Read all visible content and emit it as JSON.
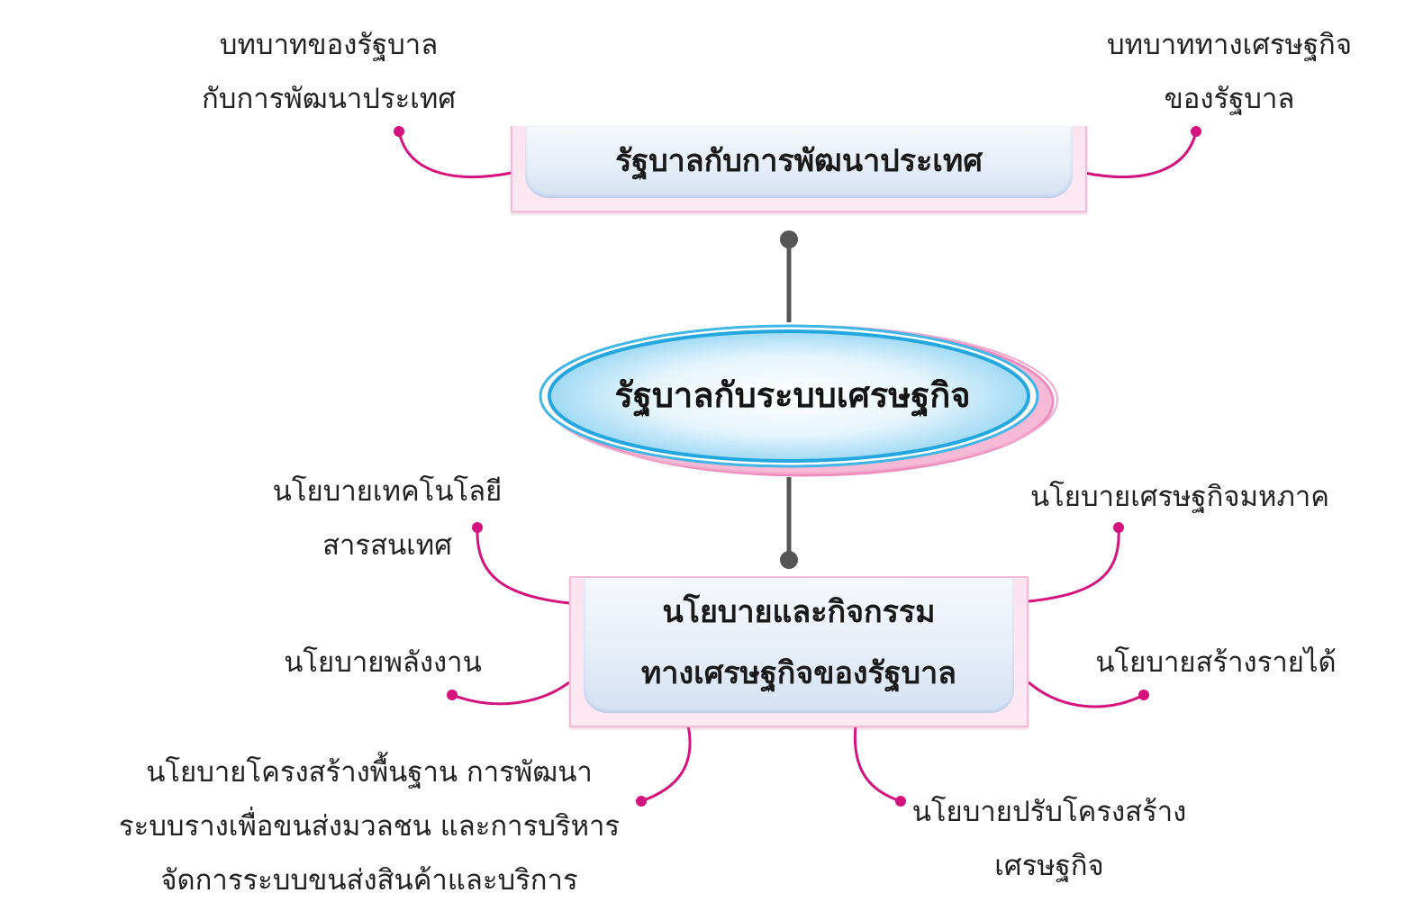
{
  "center": {
    "title": "รัฐบาลกับระบบเศรษฐกิจ"
  },
  "top_box": {
    "title": "รัฐบาลกับการพัฒนาประเทศ"
  },
  "bottom_box": {
    "title_line1": "นโยบายและกิจกรรม",
    "title_line2": "ทางเศรษฐกิจของรัฐบาล"
  },
  "top_branches": {
    "left": [
      "บทบาทของรัฐบาล",
      "กับการพัฒนาประเทศ"
    ],
    "right": [
      "บทบาททางเศรษฐกิจ",
      "ของรัฐบาล"
    ]
  },
  "bottom_branches": {
    "tech": [
      "นโยบายเทคโนโลยี",
      "สารสนเทศ"
    ],
    "energy": [
      "นโยบายพลังงาน"
    ],
    "infra": [
      "นโยบายโครงสร้างพื้นฐาน การพัฒนา",
      "ระบบรางเพื่อขนส่งมวลชน และการบริหาร",
      "จัดการระบบขนส่งสินค้าและบริการ"
    ],
    "macro": [
      "นโยบายเศรษฐกิจมหภาค"
    ],
    "income": [
      "นโยบายสร้างรายได้"
    ],
    "restructure": [
      "นโยบายปรับโครงสร้าง",
      "เศรษฐกิจ"
    ]
  },
  "colors": {
    "connector": "#d4137f",
    "stem": "#555555",
    "oval_blue": "#29a9df",
    "oval_pink": "#f08fbf",
    "box_border": "#f2bcd7"
  }
}
